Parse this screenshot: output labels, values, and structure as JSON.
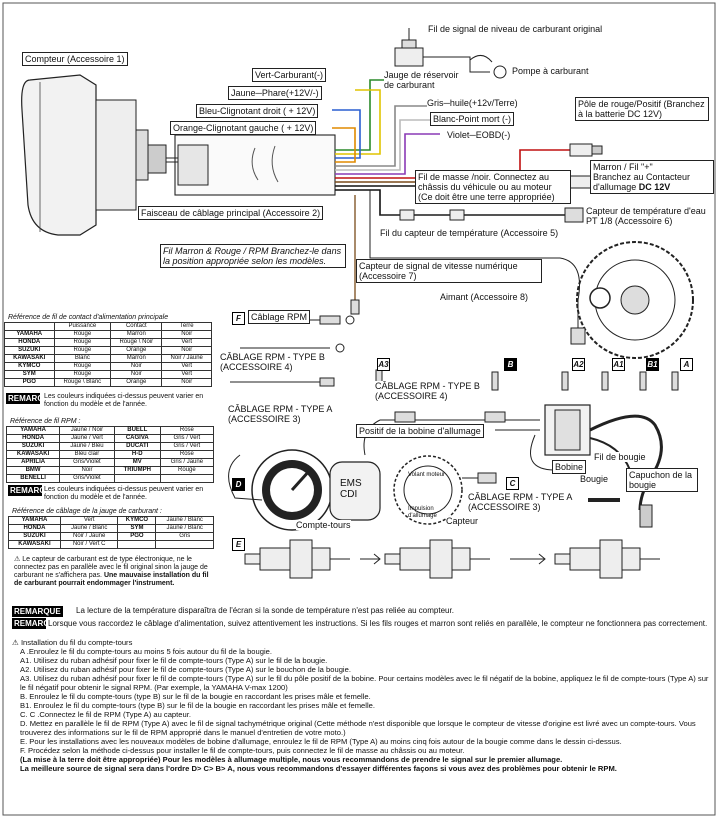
{
  "labels": {
    "fuel_wire": "Fil de signal de niveau de carburant original",
    "counter": "Compteur (Accessoire 1)",
    "green": "Vert-Carburant(-)",
    "yellow": "Jaune─Phare(+12V/-)",
    "blue": "Bleu-Clignotant droit ( + 12V)",
    "orange": "Orange-Clignotant gauche ( + 12V)",
    "tank_gauge": "Jauge de réservoir de carburant",
    "fuel_pump": "Pompe à carburant",
    "grey": "Gris─huile(+12v/Terre)",
    "white": "Blanc-Point mort (-)",
    "violet": "Violet─EOBD(-)",
    "red_pole": "Pôle de rouge/Positif (Branchez à la batterie DC 12V)",
    "brown_pole_1": "Marron / Fil \"+\"",
    "brown_pole_2": "Branchez au Contacteur d'allumage",
    "brown_pole_dc": "DC 12V",
    "ground": "Fil de masse /noir. Connectez au châssis du véhicule ou au moteur (Ce doit être une terre appropriée)",
    "harness": "Faisceau de câblage principal (Accessoire 2)",
    "water_temp": "Capteur de température d'eau PT 1/8 (Accessoire 6)",
    "temp_wire": "Fil du capteur de température (Accessoire 5)",
    "rpm_wire": "Fil Marron & Rouge / RPM Branchez-le dans la position appropriée selon les modèles.",
    "speed_sensor": "Capteur de signal de vitesse numérique (Accessoire 7)",
    "magnet": "Aimant (Accessoire 8)",
    "rpm_cabling": "Câblage RPM",
    "rpm_type_b4": "CÂBLAGE RPM - TYPE B (ACCESSOIRE 4)",
    "rpm_type_b4_right": "CÂBLAGE RPM - TYPE B (ACCESSOIRE 4)",
    "rpm_type_a3": "CÂBLAGE RPM - TYPE A (ACCESSOIRE 3)",
    "rpm_type_a3_right": "CÂBLAGE RPM - TYPE A (ACCESSOIRE 3)",
    "coil_positive": "Positif de la bobine d'allumage",
    "coil": "Bobine",
    "spark_wire": "Fil de bougie",
    "spark_plug": "Bougie",
    "plug_cap": "Capuchon de la bougie",
    "tachometer": "Compte-tours",
    "sensor": "Capteur",
    "ems": "EMS CDI",
    "flywheel": "Volant moteur",
    "ignition_pulse": "Impulsion d'allumage"
  },
  "tags": [
    "F",
    "D",
    "E",
    "C",
    "A3",
    "B",
    "A2",
    "A1",
    "B1",
    "A"
  ],
  "table_contact": {
    "title": "Référence de fil de contact d'alimentation principale",
    "headers": [
      "",
      "Puissance",
      "Contact",
      "Terre"
    ],
    "rows": [
      [
        "YAMAHA",
        "Rouge",
        "Marron",
        "Noir"
      ],
      [
        "HONDA",
        "Rouge",
        "Rouge \\ Noir",
        "Vert"
      ],
      [
        "SUZUKI",
        "Rouge",
        "Orange",
        "Noir"
      ],
      [
        "KAWASAKI",
        "Blanc",
        "Marron",
        "Noir / Jaune"
      ],
      [
        "KYMCO",
        "Rouge",
        "Noir",
        "Vert"
      ],
      [
        "SYM",
        "Rouge",
        "Noir",
        "Vert"
      ],
      [
        "PGO",
        "Rouge \\ Blanc",
        "Orange",
        "Noir"
      ]
    ]
  },
  "table_rpm": {
    "title": "Référence de fil RPM :",
    "rows": [
      [
        "YAMAHA",
        "Jaune / Noir",
        "BUELL",
        "Rose"
      ],
      [
        "HONDA",
        "Jaune / Vert",
        "CAGIVA",
        "Gris / Vert"
      ],
      [
        "SUZUKI",
        "Jaune / Bleu",
        "DUCATI",
        "Gris / Vert"
      ],
      [
        "KAWASAKI",
        "Bleu clair",
        "H-D",
        "Rose"
      ],
      [
        "APRILIA",
        "Gris/Violet",
        "MV",
        "Gris / Jaune"
      ],
      [
        "BMW",
        "Noir",
        "TRIUMPH",
        "Rouge"
      ],
      [
        "BENELLI",
        "Gris/Violet",
        "",
        ""
      ]
    ]
  },
  "table_fuel": {
    "title": "Référence de câblage de la jauge de carburant :",
    "rows": [
      [
        "YAMAHA",
        "Vert",
        "KYMCO",
        "Jaune / Blanc"
      ],
      [
        "HONDA",
        "Jaune / Blanc",
        "SYM",
        "Jaune / Blanc"
      ],
      [
        "SUZUKI",
        "Noir / Jaune",
        "PGO",
        "Gris"
      ],
      [
        "KAWASAKI",
        "Noir / Vert C",
        "",
        ""
      ]
    ]
  },
  "remarks": {
    "tag": "REMARQUE",
    "models_note": "Les couleurs indiquées ci-dessus peuvent varier en fonction du modèle et de l'année.",
    "fuel_warning_1": "Le capteur de carburant est de type électronique, ne le connectez pas en parallèle avec le fil original sinon la jauge de carburant ne s'affichera pas.",
    "fuel_warning_2": "Une mauvaise installation du fil de carburant pourrait endommager l'instrument.",
    "temp_note": "La lecture de la température disparaîtra de l'écran si la sonde de température n'est pas reliée au compteur.",
    "power_note_1": "Lorsque vous raccordez le câblage d'alimentation, suivez attentivement les instructions. Si les fils rouges et marron sont reliés en parallèle, le compteur ne",
    "power_note_2": "fonctionnera pas correctement."
  },
  "instructions": {
    "title": "Installation du fil du compte-tours",
    "steps": [
      "A .Enroulez le fil du compte-tours au moins 5 fois autour du fil de la bougie.",
      "A1. Utilisez du ruban adhésif pour fixer le fil de compte-tours (Type A) sur le fil de la bougie.",
      "A2. Utilisez du ruban adhésif pour fixer le fil de compte-tours (Type A) sur le bouchon de la bougie.",
      "A3. Utilisez du ruban adhésif pour fixer le fil de compte-tours (Type A) sur le fil du pôle positif de la bobine. Pour certains modèles avec le fil négatif de la bobine, appliquez le fil de compte-tours (Type A) sur le fil négatif pour obtenir le signal RPM. (Par exemple, la YAMAHA V-max 1200)",
      "B. Enroulez le fil du compte-tours (type B) sur le fil de la bougie en raccordant les prises mâle et femelle.",
      "B1. Enroulez le fil du compte-tours (type B) sur le fil de la bougie en raccordant les prises mâle et femelle.",
      "C. C .Connectez le fil de RPM (Type A) au capteur.",
      "D. Mettez en parallèle le fil de RPM (Type A) avec le fil de signal tachymétrique original (Cette méthode n'est disponible que lorsque le compteur de vitesse d'origine est livré avec un compte-tours. Vous trouverez des informations sur le fil de RPM approprié dans le manuel d'entretien de votre moto.)",
      "E. Pour les installations avec les nouveaux modèles de bobine d'allumage, enroulez le fil de RPM (Type A) au moins cinq fois autour de la bougie comme dans le dessin ci-dessus.",
      "F. Procédez selon la méthode ci-dessus pour installer le fil de compte-tours, puis connectez le fil de masse au châssis ou au moteur."
    ],
    "bold_1": "(La mise à la terre doit être appropriée) Pour les modèles à allumage multiple, nous vous recommandons de prendre le signal sur le premier allumage.",
    "bold_2": "La meilleure source de signal sera dans l'ordre D> C> B> A, nous vous recommandons d'essayer différentes façons si vous avez des problèmes pour obtenir le RPM."
  }
}
